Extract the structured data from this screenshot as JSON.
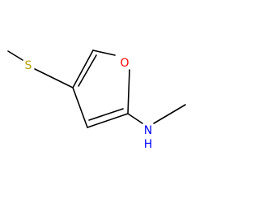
{
  "molecule": {
    "atoms": {
      "sulfur": {
        "symbol": "S",
        "color": "#b8a200"
      },
      "oxygen": {
        "symbol": "O",
        "color": "#ff0000"
      },
      "nitrogen": {
        "symbol": "N",
        "color": "#0000ff"
      },
      "nitrogen_h": {
        "symbol": "H",
        "color": "#0000ff"
      }
    },
    "bond_color": "#000000"
  }
}
